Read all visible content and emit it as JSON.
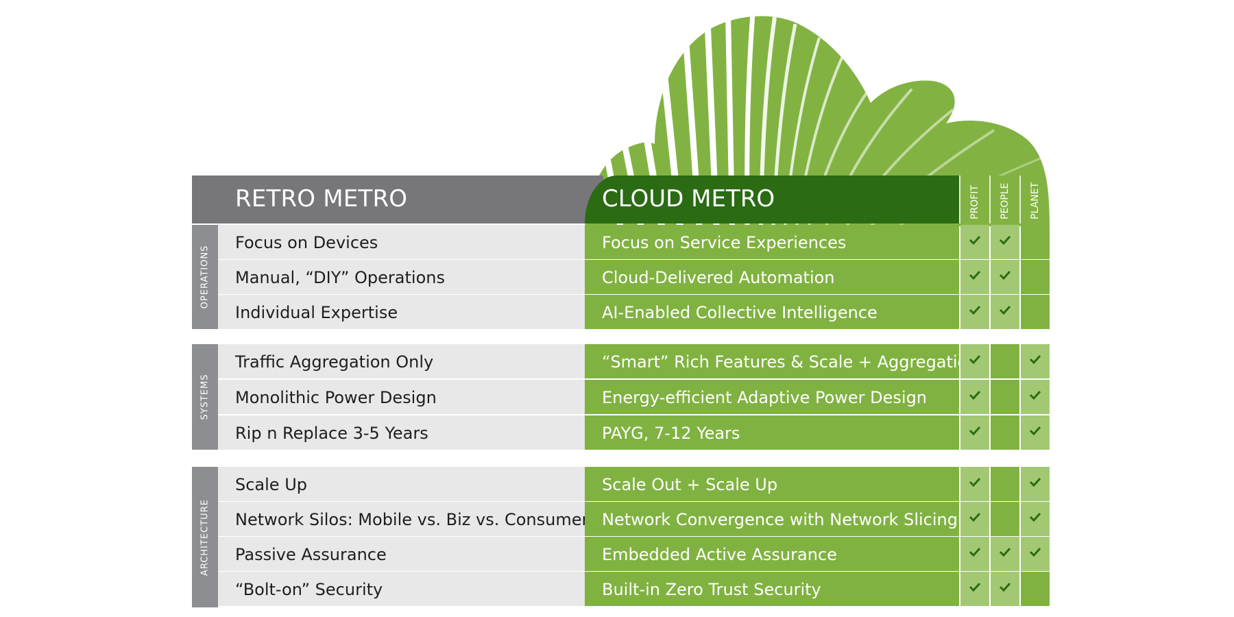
{
  "headers": {
    "retro": "RETRO METRO",
    "cloud": "CLOUD METRO",
    "criteria": [
      "PROFIT",
      "PEOPLE",
      "PLANET"
    ]
  },
  "colors": {
    "retro_header": "#77767b",
    "cloud_header": "#2a6b14",
    "cloud_cell": "#80b241",
    "check_on": "#a3c874",
    "check_mark": "#2a6b14",
    "retro_cell": "#e8e8e8",
    "category": "#8c8e91"
  },
  "sections": [
    {
      "category": "OPERATIONS",
      "rows": [
        {
          "retro": "Focus on Devices",
          "cloud": "Focus on Service Experiences",
          "profit": true,
          "people": true,
          "planet": false
        },
        {
          "retro": "Manual, “DIY” Operations",
          "cloud": "Cloud-Delivered Automation",
          "profit": true,
          "people": true,
          "planet": false
        },
        {
          "retro": "Individual Expertise",
          "cloud": "AI-Enabled Collective Intelligence",
          "profit": true,
          "people": true,
          "planet": false
        }
      ]
    },
    {
      "category": "SYSTEMS",
      "rows": [
        {
          "retro": "Traffic Aggregation Only",
          "cloud": "“Smart” Rich Features & Scale + Aggregation",
          "profit": true,
          "people": false,
          "planet": true
        },
        {
          "retro": "Monolithic Power Design",
          "cloud": "Energy-efficient Adaptive Power Design",
          "profit": true,
          "people": false,
          "planet": true
        },
        {
          "retro": "Rip n Replace 3-5 Years",
          "cloud": "PAYG, 7-12 Years",
          "profit": true,
          "people": false,
          "planet": true
        }
      ]
    },
    {
      "category": "ARCHITECTURE",
      "rows": [
        {
          "retro": "Scale Up",
          "cloud": "Scale Out + Scale Up",
          "profit": true,
          "people": false,
          "planet": true
        },
        {
          "retro": "Network Silos: Mobile vs. Biz vs. Consumer",
          "cloud": "Network Convergence with Network Slicing",
          "profit": true,
          "people": false,
          "planet": true
        },
        {
          "retro": "Passive Assurance",
          "cloud": "Embedded Active Assurance",
          "profit": true,
          "people": true,
          "planet": true
        },
        {
          "retro": "“Bolt-on” Security",
          "cloud": "Built-in Zero Trust Security",
          "profit": true,
          "people": true,
          "planet": false
        }
      ]
    }
  ],
  "icons": {
    "check": "check-icon",
    "cloud": "cloud-graphic"
  }
}
